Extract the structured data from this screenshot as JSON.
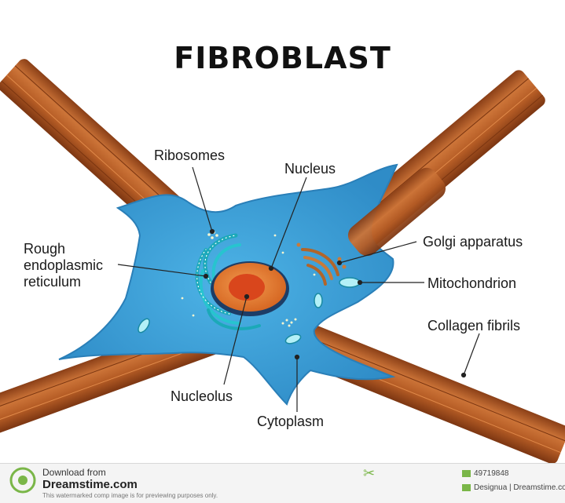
{
  "title": "FIBROBLAST",
  "labels": {
    "ribosomes": "Ribosomes",
    "nucleus": "Nucleus",
    "rough_er_1": "Rough",
    "rough_er_2": "endoplasmic",
    "rough_er_3": "reticulum",
    "golgi": "Golgi apparatus",
    "mitochondrion": "Mitochondrion",
    "collagen": "Collagen fibrils",
    "nucleolus": "Nucleolus",
    "cytoplasm": "Cytoplasm"
  },
  "footer": {
    "download": "Download from",
    "site": "Dreamstime.com",
    "notice": "This watermarked comp image is for previewing purposes only.",
    "id": "49719848",
    "credit": "Designua | Dreamstime.com"
  },
  "colors": {
    "cell": "#3f9fd6",
    "fiber": "#b95f27",
    "nucleus": "#e0772c",
    "nucleolus": "#d9461c",
    "organelle": "#b3f0f7"
  }
}
